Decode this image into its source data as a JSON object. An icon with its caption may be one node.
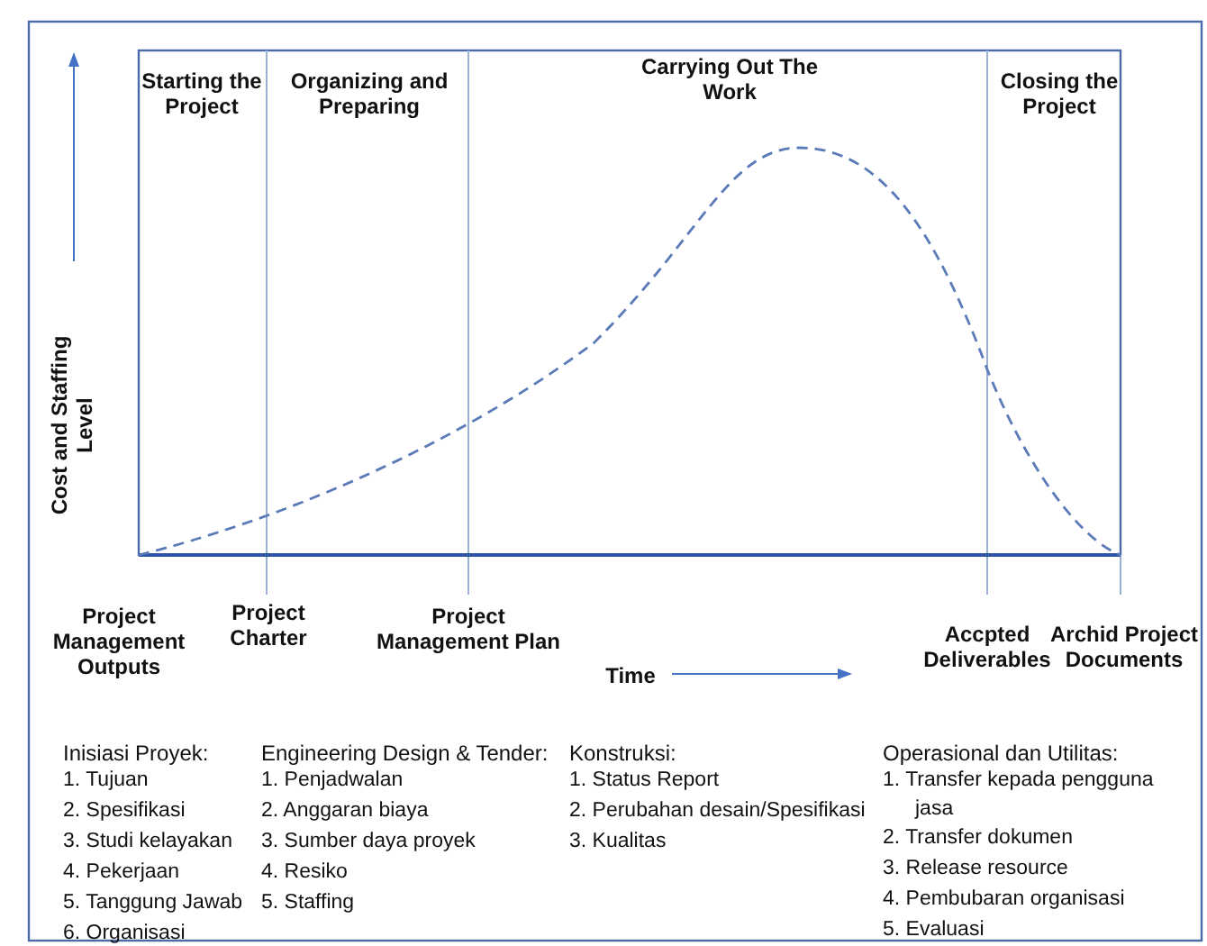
{
  "diagram": {
    "labels": [
      "Starting the Project",
      "Organizing and Preparing",
      "Carrying Out The Work",
      "Closing the Project",
      "Cost and Staffing Level",
      "Project Management Outputs",
      "Project Charter",
      "Project Management Plan",
      "Accpted Deliverables",
      "Archid Project Documents",
      "Time",
      "Inisiasi Proyek:",
      "1. Tujuan",
      "2. Spesifikasi",
      "3. Studi kelayakan",
      "4. Pekerjaan",
      "5. Tanggung Jawab",
      "6. Organisasi",
      "Engineering Design & Tender:",
      "1. Penjadwalan",
      "2. Anggaran biaya",
      "3. Sumber daya proyek",
      "4. Resiko",
      "5. Staffing",
      "Konstruksi:",
      "1. Status Report",
      "2. Perubahan desain/Spesifikasi",
      "3. Kualitas",
      "Operasional dan Utilitas:",
      "1. Transfer kepada pengguna jasa",
      "2. Transfer dokumen",
      "3. Release resource",
      "4. Pembubaran organisasi",
      "5. Evaluasi"
    ]
  }
}
